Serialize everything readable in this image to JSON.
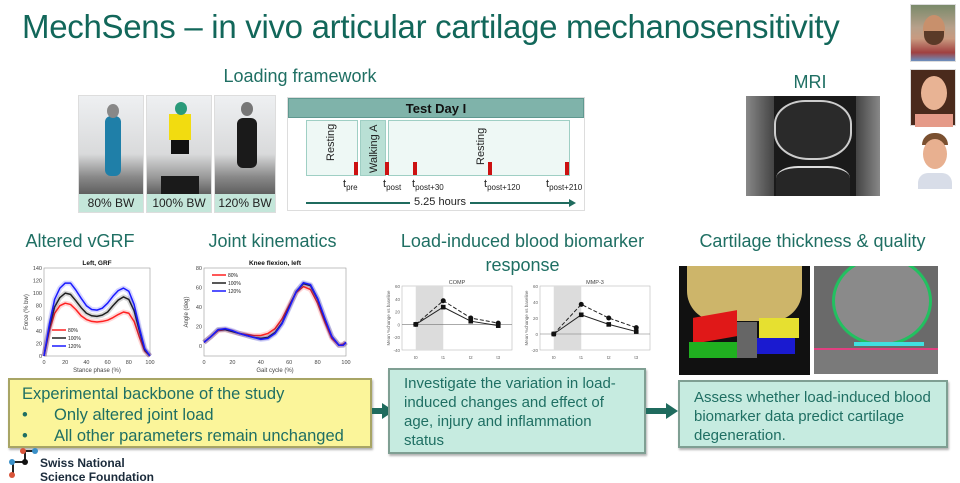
{
  "title": "MechSens – in vivo articular cartilage mechanosensitivity",
  "sections": {
    "loading_framework": "Loading framework",
    "mri": "MRI",
    "altered_vgrf": "Altered vGRF",
    "joint_kinematics": "Joint kinematics",
    "biomarker_line1": "Load-induced blood biomarker",
    "biomarker_line2": "response",
    "cartilage": "Cartilage thickness & quality"
  },
  "photos": [
    {
      "caption": "80% BW"
    },
    {
      "caption": "100% BW"
    },
    {
      "caption": "120% BW"
    }
  ],
  "timeline": {
    "header": "Test Day I",
    "phases": [
      "Resting",
      "Walking A",
      "Resting"
    ],
    "timepoints": [
      {
        "t": "t",
        "sub": "pre"
      },
      {
        "t": "t",
        "sub": "post"
      },
      {
        "t": "t",
        "sub": "post+30"
      },
      {
        "t": "t",
        "sub": "post+120"
      },
      {
        "t": "t",
        "sub": "post+210"
      }
    ],
    "duration": "5.25 hours"
  },
  "chart_data": [
    {
      "type": "line",
      "title": "Left, GRF",
      "xlabel": "Stance phase (%)",
      "ylabel": "Force (% bw)",
      "xlim": [
        0,
        100
      ],
      "ylim": [
        0,
        140
      ],
      "xticks": [
        0,
        20,
        40,
        60,
        80,
        100
      ],
      "yticks": [
        0,
        20,
        40,
        60,
        80,
        100,
        120,
        140
      ],
      "legend": "bottom-left",
      "x": [
        0,
        5,
        10,
        15,
        20,
        25,
        30,
        35,
        40,
        45,
        50,
        55,
        60,
        65,
        70,
        75,
        80,
        85,
        90,
        95,
        100
      ],
      "series": [
        {
          "name": "80%",
          "color": "#ff2020",
          "values": [
            0,
            40,
            68,
            80,
            84,
            82,
            74,
            64,
            58,
            55,
            54,
            55,
            57,
            61,
            66,
            70,
            68,
            55,
            30,
            8,
            0
          ]
        },
        {
          "name": "100%",
          "color": "#202020",
          "values": [
            0,
            45,
            78,
            93,
            100,
            98,
            88,
            77,
            68,
            64,
            63,
            65,
            70,
            80,
            89,
            94,
            90,
            72,
            40,
            10,
            0
          ]
        },
        {
          "name": "120%",
          "color": "#1a1aff",
          "values": [
            0,
            50,
            90,
            108,
            116,
            116,
            105,
            92,
            80,
            74,
            73,
            76,
            84,
            95,
            104,
            108,
            103,
            82,
            45,
            12,
            0
          ]
        }
      ]
    },
    {
      "type": "line",
      "title": "Knee flexion, left",
      "xlabel": "Gait cycle (%)",
      "ylabel": "Angle (deg)",
      "xlim": [
        0,
        100
      ],
      "ylim": [
        -10,
        80
      ],
      "xticks": [
        0,
        20,
        40,
        60,
        80,
        100
      ],
      "yticks": [
        0,
        20,
        40,
        60,
        80
      ],
      "legend": "top-left",
      "x": [
        0,
        5,
        10,
        15,
        20,
        25,
        30,
        35,
        40,
        45,
        50,
        55,
        60,
        65,
        70,
        75,
        80,
        85,
        90,
        95,
        98,
        100
      ],
      "series": [
        {
          "name": "80%",
          "color": "#ff2020",
          "values": [
            4,
            10,
            16,
            17,
            15,
            13,
            12,
            11,
            11,
            13,
            18,
            28,
            42,
            55,
            61,
            58,
            44,
            25,
            8,
            1,
            2,
            4
          ]
        },
        {
          "name": "100%",
          "color": "#202020",
          "values": [
            4,
            10,
            17,
            17,
            15,
            13,
            11,
            9,
            8,
            9,
            14,
            24,
            40,
            56,
            64,
            62,
            48,
            28,
            10,
            1,
            1,
            4
          ]
        },
        {
          "name": "120%",
          "color": "#1a1aff",
          "values": [
            4,
            10,
            17,
            18,
            16,
            13,
            11,
            9,
            7,
            8,
            13,
            23,
            39,
            56,
            65,
            63,
            49,
            29,
            10,
            1,
            1,
            4
          ]
        }
      ]
    },
    {
      "type": "line",
      "title": "COMP",
      "xlabel": "",
      "ylabel": "Mean %change vs baseline",
      "ylim": [
        -40,
        60
      ],
      "yticks": [
        -40,
        -20,
        0,
        20,
        40,
        60
      ],
      "categories": [
        "t0",
        "t1",
        "t2",
        "t3"
      ],
      "shaded_region": [
        "t0",
        "t1"
      ],
      "series": [
        {
          "name": "dashed",
          "style": "dashed",
          "values": [
            0,
            37,
            10,
            2
          ]
        },
        {
          "name": "solid",
          "style": "solid",
          "values": [
            0,
            27,
            5,
            -2
          ]
        }
      ]
    },
    {
      "type": "line",
      "title": "MMP-3",
      "xlabel": "",
      "ylabel": "Mean %change vs baseline",
      "ylim": [
        -20,
        60
      ],
      "yticks": [
        -20,
        0,
        20,
        40,
        60
      ],
      "categories": [
        "t0",
        "t1",
        "t2",
        "t3"
      ],
      "shaded_region": [
        "t0",
        "t1"
      ],
      "series": [
        {
          "name": "dashed",
          "style": "dashed",
          "values": [
            0,
            37,
            20,
            8
          ]
        },
        {
          "name": "solid",
          "style": "solid",
          "values": [
            0,
            24,
            12,
            3
          ]
        }
      ]
    }
  ],
  "boxes": {
    "backbone": {
      "heading": "Experimental backbone of the study",
      "bullets": [
        "Only altered joint load",
        "All other parameters remain unchanged"
      ]
    },
    "investigate": "Investigate the variation in load-induced changes and effect of age, injury and inflammation status",
    "assess": "Assess whether load-induced blood biomarker data predict cartilage degeneration."
  },
  "logo": {
    "line1": "Swiss National",
    "line2": "Science Foundation"
  },
  "colors": {
    "title": "#12675a",
    "accent_teal": "#1f6b5e",
    "yellow_box": "#fbf59a",
    "green_box": "#c6ebe0",
    "marker_red": "#cc1111"
  }
}
